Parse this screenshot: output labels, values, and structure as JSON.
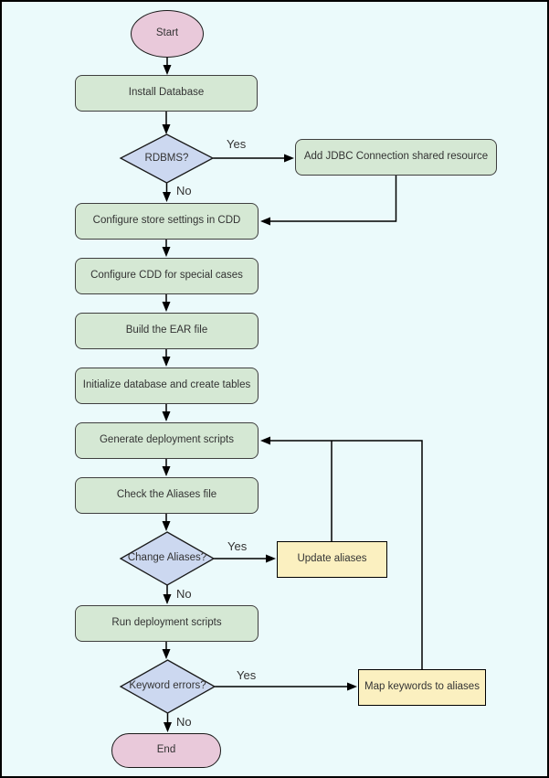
{
  "colors": {
    "canvas_bg": "#EBFAFB",
    "process_fill": "#D5E8D4",
    "decision_fill": "#CCD8F0",
    "terminal_fill": "#E9C9DA",
    "manual_fill": "#FBF0C0",
    "shape_border": "#3F3F3F",
    "line": "#000000",
    "text": "#333333"
  },
  "nodes": {
    "start": {
      "label": "Start",
      "shape": "ellipse-terminal"
    },
    "install_database": {
      "label": "Install Database",
      "shape": "process"
    },
    "rdbms": {
      "label": "RDBMS?",
      "shape": "decision"
    },
    "add_jdbc": {
      "label": "Add JDBC Connection shared resource",
      "shape": "process"
    },
    "configure_store": {
      "label": "Configure store settings in CDD",
      "shape": "process"
    },
    "configure_cdd": {
      "label": "Configure CDD for special cases",
      "shape": "process"
    },
    "build_ear": {
      "label": "Build the EAR file",
      "shape": "process"
    },
    "init_db": {
      "label": "Initialize database and create tables",
      "shape": "process"
    },
    "generate_scripts": {
      "label": "Generate deployment scripts",
      "shape": "process"
    },
    "check_aliases": {
      "label": "Check the Aliases file",
      "shape": "process"
    },
    "change_aliases": {
      "label": "Change Aliases?",
      "shape": "decision"
    },
    "update_aliases": {
      "label": "Update aliases",
      "shape": "rect"
    },
    "run_scripts": {
      "label": "Run deployment scripts",
      "shape": "process"
    },
    "keyword_errors": {
      "label": "Keyword errors?",
      "shape": "decision"
    },
    "map_keywords": {
      "label": "Map keywords to aliases",
      "shape": "rect"
    },
    "end": {
      "label": "End",
      "shape": "stadium-terminal"
    }
  },
  "edge_labels": {
    "rdbms_yes": "Yes",
    "rdbms_no": "No",
    "change_aliases_yes": "Yes",
    "change_aliases_no": "No",
    "keyword_errors_yes": "Yes",
    "keyword_errors_no": "No"
  }
}
